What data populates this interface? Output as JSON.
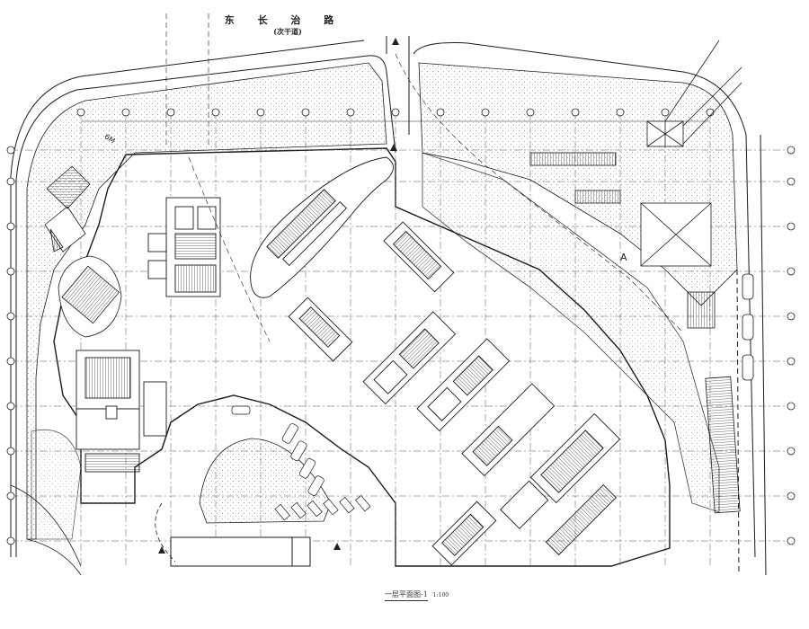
{
  "header": {
    "street_name": "东 长 治 路",
    "street_class": "(次干道)"
  },
  "drawing": {
    "caption": "一层平面图-1",
    "scale": "1:100",
    "zone_letter": "A",
    "gate_mark": "6M"
  },
  "colors": {
    "line": "#1a1a1a",
    "hatch": "#9a9a9a",
    "grid": "#555555",
    "paper": "#ffffff"
  }
}
